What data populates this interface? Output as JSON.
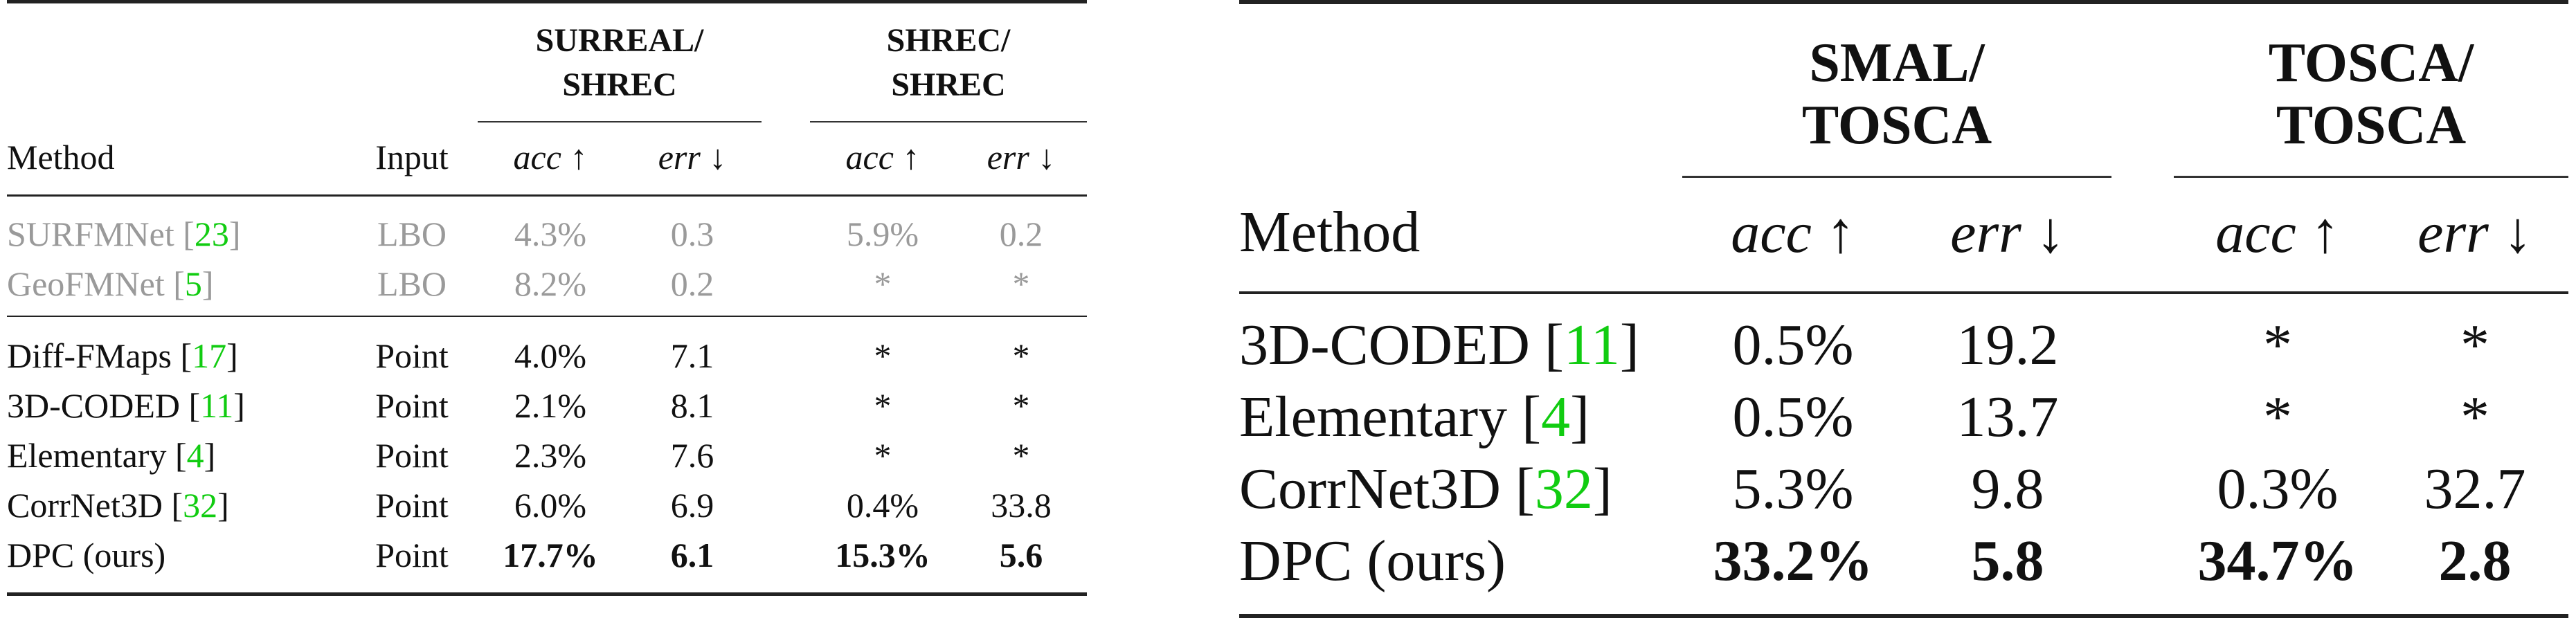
{
  "left_table": {
    "group1": "SURREAL/ SHREC",
    "group1_l1": "SURREAL/",
    "group1_l2": "SHREC",
    "group2_l1": "SHREC/",
    "group2_l2": "SHREC",
    "col_method": "Method",
    "col_input": "Input",
    "col_acc": "acc",
    "col_err": "err",
    "arrow_up": "↑",
    "arrow_down": "↓",
    "rows": [
      {
        "name": "SURFMNet",
        "ref": "23",
        "input": "LBO",
        "acc1": "4.3%",
        "err1": "0.3",
        "acc2": "5.9%",
        "err2": "0.2"
      },
      {
        "name": "GeoFMNet",
        "ref": "5",
        "input": "LBO",
        "acc1": "8.2%",
        "err1": "0.2",
        "acc2": "*",
        "err2": "*"
      },
      {
        "name": "Diff-FMaps",
        "ref": "17",
        "input": "Point",
        "acc1": "4.0%",
        "err1": "7.1",
        "acc2": "*",
        "err2": "*"
      },
      {
        "name": "3D-CODED",
        "ref": "11",
        "input": "Point",
        "acc1": "2.1%",
        "err1": "8.1",
        "acc2": "*",
        "err2": "*"
      },
      {
        "name": "Elementary",
        "ref": "4",
        "input": "Point",
        "acc1": "2.3%",
        "err1": "7.6",
        "acc2": "*",
        "err2": "*"
      },
      {
        "name": "CorrNet3D",
        "ref": "32",
        "input": "Point",
        "acc1": "6.0%",
        "err1": "6.9",
        "acc2": "0.4%",
        "err2": "33.8"
      },
      {
        "name": "DPC (ours)",
        "input": "Point",
        "acc1": "17.7%",
        "err1": "6.1",
        "acc2": "15.3%",
        "err2": "5.6"
      }
    ]
  },
  "right_table": {
    "group1_l1": "SMAL/",
    "group1_l2": "TOSCA",
    "group2_l1": "TOSCA/",
    "group2_l2": "TOSCA",
    "col_method": "Method",
    "col_acc": "acc",
    "col_err": "err",
    "arrow_up": "↑",
    "arrow_down": "↓",
    "rows": [
      {
        "name": "3D-CODED",
        "ref": "11",
        "acc1": "0.5%",
        "err1": "19.2",
        "acc2": "*",
        "err2": "*"
      },
      {
        "name": "Elementary",
        "ref": "4",
        "acc1": "0.5%",
        "err1": "13.7",
        "acc2": "*",
        "err2": "*"
      },
      {
        "name": "CorrNet3D",
        "ref": "32",
        "acc1": "5.3%",
        "err1": "9.8",
        "acc2": "0.3%",
        "err2": "32.7"
      },
      {
        "name": "DPC (ours)",
        "acc1": "33.2%",
        "err1": "5.8",
        "acc2": "34.7%",
        "err2": "2.8"
      }
    ]
  }
}
